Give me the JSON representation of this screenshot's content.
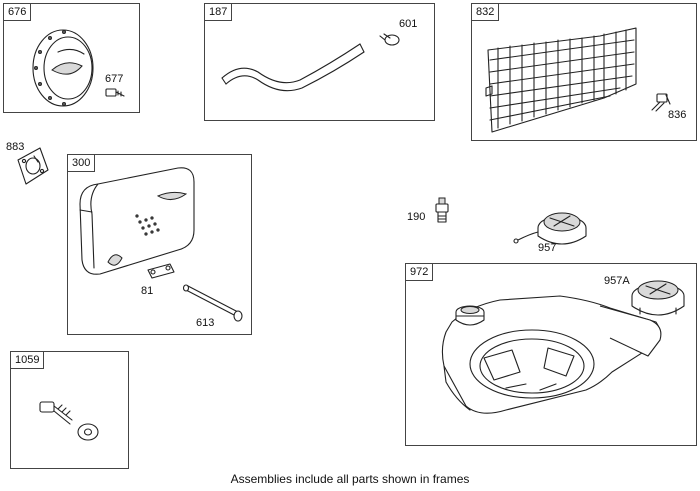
{
  "frames": {
    "f676": "676",
    "f187": "187",
    "f832": "832",
    "f300": "300",
    "f1059": "1059",
    "f972": "972"
  },
  "parts": {
    "p677": "677",
    "p601": "601",
    "p836": "836",
    "p883": "883",
    "p81": "81",
    "p613": "613",
    "p190": "190",
    "p957": "957",
    "p957A": "957A"
  },
  "caption": "Assemblies include all parts shown in frames",
  "colors": {
    "line": "#222222",
    "frame": "#444444",
    "background": "#ffffff"
  }
}
